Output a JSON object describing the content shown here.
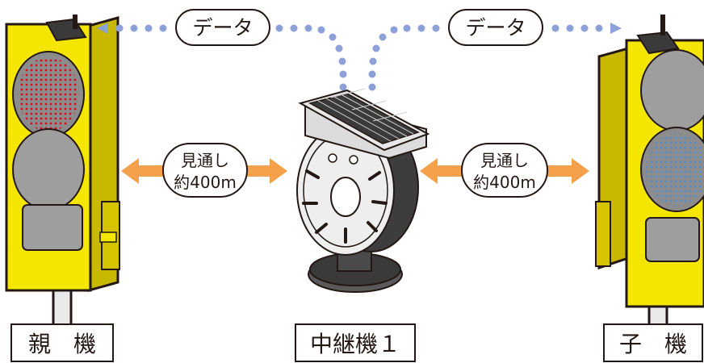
{
  "diagram": {
    "data_label_left": "データ",
    "data_label_right": "データ",
    "sight_left": {
      "line1": "見通し",
      "line2": "約400m"
    },
    "sight_right": {
      "line1": "見通し",
      "line2": "約400m"
    },
    "parent_label": "親　機",
    "relay_label": "中継機１",
    "child_label": "子　機"
  },
  "colors": {
    "housing": "#f5e600",
    "housing_shade": "#c9b800",
    "outline": "#231815",
    "lamp_off": "#9e9e9e",
    "red_led": "#e60012",
    "blue_led": "#4f8fd6",
    "data_dots": "#8da0d8",
    "sight_arrow": "#f5a04a"
  },
  "icons": [
    "signal-light",
    "relay-unit",
    "solar-panel"
  ]
}
